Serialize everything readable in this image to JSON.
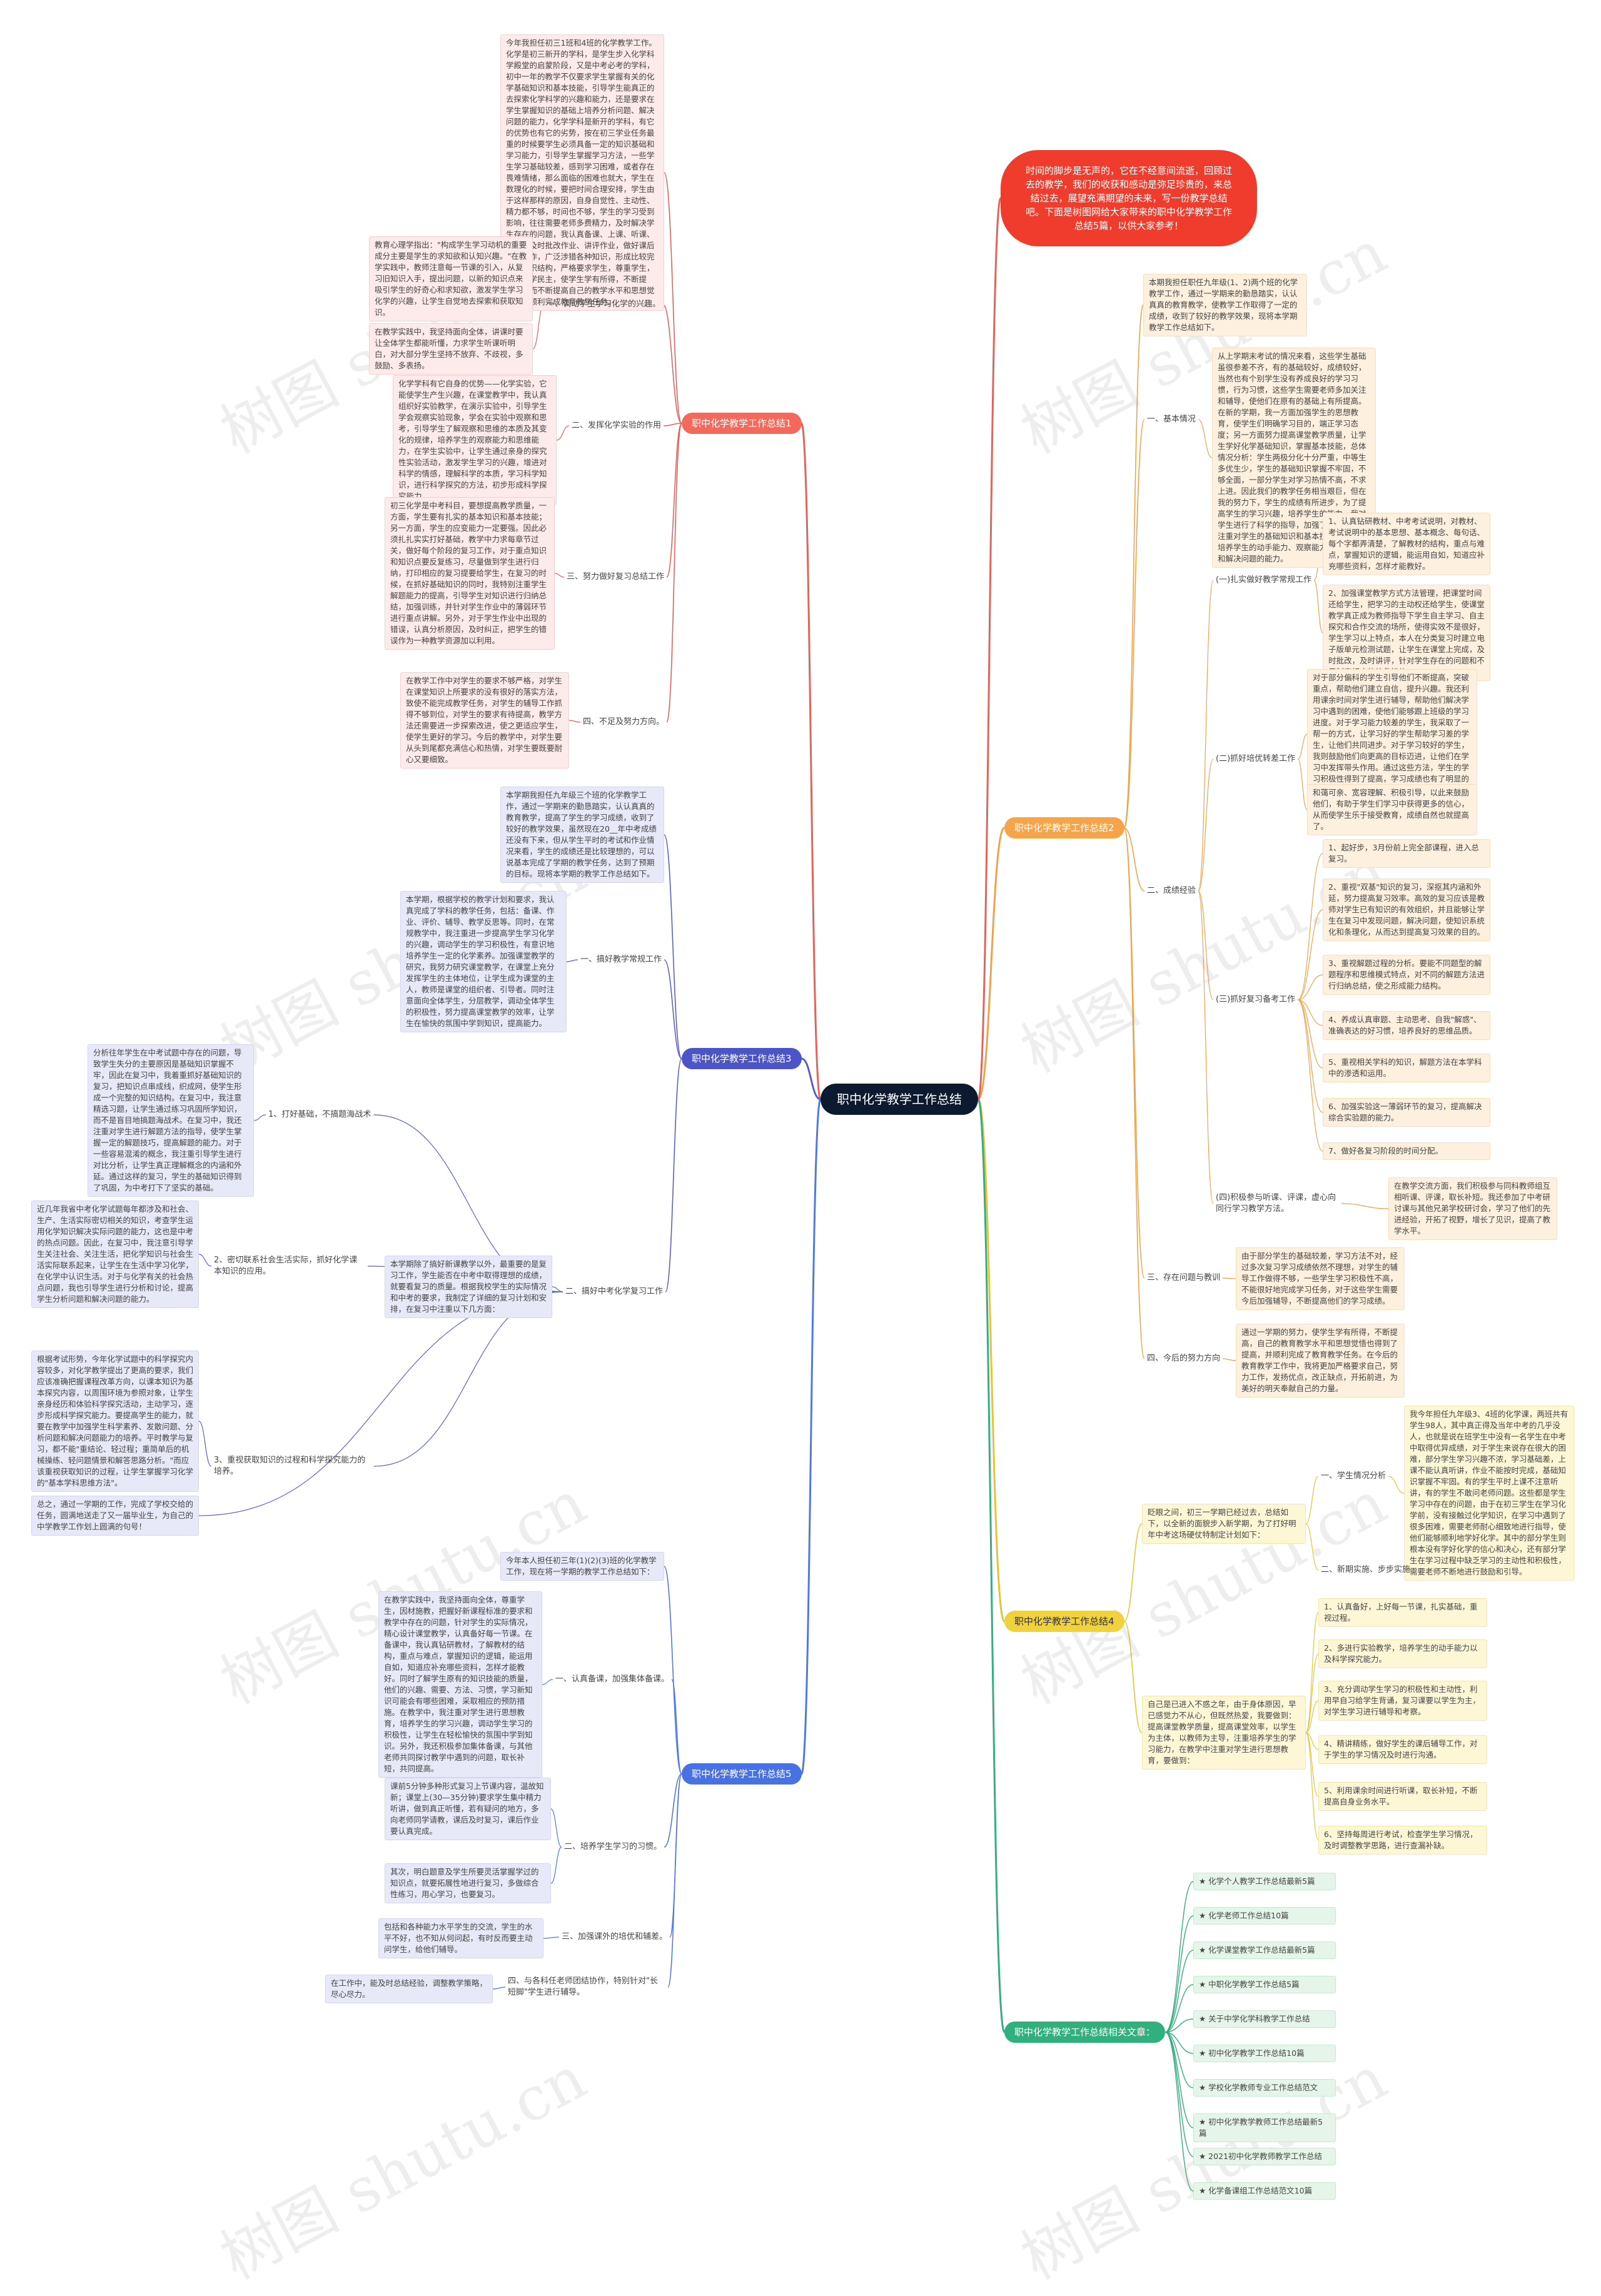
{
  "root": "职中化学教学工作总结",
  "intro": "时间的脚步是无声的，它在不经意间流逝，回顾过去的教学，我们的收获和感动是弥足珍贵的，来总结过去，展望充满期望的未来，写一份教学总结吧。下面是树图网给大家带来的职中化学教学工作总结5篇，以供大家参考！",
  "watermark": "树图 shutu.cn",
  "b1": {
    "title": "职中化学教学工作总结1",
    "intro": "今年我担任初三1班和4班的化学教学工作。化学是初三新开的学科，是学生步入化学科学殿堂的启蒙阶段，又是中考必考的学科，初中一年的教学不仅要求学生掌握有关的化学基础知识和基本技能，引导学生能真正的去探索化学科学的兴趣和能力，还是要求在学生掌握知识的基础上培养分析问题、解决问题的能力，化学学科是新开的学科，有它的优势也有它的劣势，按在初三学业任务最重的时候要学生必须具备一定的知识基础和学习能力，引导学生掌握学习方法，一些学生学习基础较差，感到学习困难，或者存在畏难情绪，那么面临的困难也就大，学生在数理化的时候，要把时间合理安排，学生由于这样那样的原因，自身自觉性、主动性、精力都不够，时间也不够，学生的学习受到影响，往往需要老师多费精力，及时解决学生存在的问题，我认真备课、上课、听课、评课，及时批改作业、讲评作业，做好课后辅导工作，广泛涉猎各种知识，形成比较完整的知识结构，严格要求学生，尊重学生，发扬教学民主，使学生学有所得，不断提高，从而不断提高自己的教学水平和思想觉悟，并顺利完成教育教学任务。",
    "s1": {
      "label": "一、调动学生学习化学的兴趣。",
      "t1": "教育心理学指出：\"构成学生学习动机的重要成分主要是学生的求知欲和认知兴趣。\"在教学实践中，教师注意每一节课的引入，从复习旧知识入手，提出问题，以新的知识点来吸引学生的好奇心和求知欲，激发学生学习化学的兴趣，让学生自觉地去探索和获取知识。",
      "t2": "在教学实践中，我坚持面向全体，讲课时要让全体学生都能听懂，力求学生听课听明白，对大部分学生坚持不放弃、不歧视，多鼓励、多表扬。"
    },
    "s2": {
      "label": "二、发挥化学实验的作用",
      "t1": "化学学科有它自身的优势——化学实验，它能使学生产生兴趣，在课堂教学中，我认真组织好实验教学，在演示实验中，引导学生学会观察实验现象，学会在实验中观察和思考，引导学生了解观察和思维的本质及其变化的规律，培养学生的观察能力和思维能力，在学生实验中，让学生通过亲身的探究性实验活动，激发学生学习的兴趣，增进对科学的情感，理解科学的本质，学习科学知识，进行科学探究的方法，初步形成科学探究能力。"
    },
    "s3": {
      "label": "三、努力做好复习总结工作",
      "t1": "初三化学是中考科目，要想提高教学质量，一方面，学生要有扎实的基本知识和基本技能；另一方面，学生的应变能力一定要强。因此必须扎扎实实打好基础，教学中力求每章节过关，做好每个阶段的复习工作，对于重点知识和知识点要反复练习，尽量做到学生进行归纳，打印相应的复习提要给学生，在复习的时候，在抓好基础知识的同时，我特别注重学生解题能力的提高，引导学生对知识进行归纳总结，加强训练，并针对学生作业中的薄弱环节进行重点讲解。另外，对于学生作业中出现的错误，认真分析原因，及时纠正，把学生的错误作为一种教学资源加以利用。"
    },
    "s4": {
      "label": "四、不足及努力方向。",
      "t1": "在教学工作中对学生的要求不够严格，对学生在课堂知识上所要求的没有很好的落实方法，致使不能完成教学任务，对学生的辅导工作抓得不够到位，对学生的要求有待提高，教学方法还需要进一步探索改进，使之更适应学生，使学生更好的学习。今后的教学中，对学生要从头到尾都充满信心和热情，对学生要既要耐心又要细致。"
    }
  },
  "b2": {
    "title": "职中化学教学工作总结2",
    "intro": "本期我担任职任九年级(1、2)两个班的化学教学工作，通过一学期来的勤恳踏实，认认真真的教育教学，使教学工作取得了一定的成绩，收到了较好的教学效果，现将本学期教学工作总结如下。",
    "s1": {
      "label": "一、基本情况",
      "t1": "从上学期末考试的情况来看，这些学生基础虽很参差不齐，有的基础较好，成绩较好，当然也有个别学生没有养成良好的学习习惯，行为习惯，这些学生需要老师多加关注和辅导，使他们在原有的基础上有所提高。在新的学期，我一方面加强学生的思想教育，使学生们明确学习目的，端正学习态度；另一方面努力提高课堂教学质量，让学生学好化学基础知识，掌握基本技能，总体情况分析：学生两极分化十分严重，中等生多优生少，学生的基础知识掌握不牢固，不够全面，一部分学生对学习热情不高，不求上进。因此我们的教学任务相当艰巨，但在我的努力下，学生的成绩有所进步，为了提高学生的学习兴趣，培养学生的能力，我对学生进行了科学的指导，加强了课堂教学，注重对学生的基础知识和基本技能的训练，培养学生的动手能力、观察能力、分析问题和解决问题的能力。"
    },
    "s2": {
      "label": "二、成绩经验",
      "sub1": {
        "label": "(一)扎实做好教学常规工作",
        "t1": "1、认真钻研教材、中考考试说明，对教材、考试说明中的基本思想、基本概念、每句话、每个字都弄清楚，了解教材的结构，重点与难点，掌握知识的逻辑，能运用自如，知道应补充哪些资料，怎样才能教好。",
        "t2": "2、加强课堂教学方式方法管理，把课堂时间还给学生，把学习的主动权还给学生，使课堂教学真正成为教师指导下学生自主学习、自主探究和合作交流的场所，使得实效不是很好，学生学习以上特点，本人在分类复习时建立电子版单元检测试题，让学生在课堂上完成，及时批改，及时讲评，针对学生存在的问题和不足制定相应的补救措施。"
      },
      "sub2": {
        "label": "(二)抓好培优转差工作",
        "t1": "对于部分偏科的学生引导他们不断提高，突破重点，帮助他们建立自信，提升兴趣。我还利用课余时间对学生进行辅导，帮助他们解决学习中遇到的困难，使他们能够跟上班级的学习进度。对于学习能力较差的学生，我采取了一帮一的方式，让学习好的学生帮助学习差的学生，让他们共同进步。对于学习较好的学生，我则鼓励他们向更高的目标迈进，让他们在学习中发挥带头作用。通过这些方法，学生的学习积极性得到了提高，学习成绩也有了明显的进步。",
        "t2": "和蔼可亲、宽容理解、积极引导，以此来鼓励他们，有助于学生们学习中获得更多的信心，从而使学生乐于接受教育，成绩自然也就提高了。"
      },
      "sub3": {
        "label": "(三)抓好复习备考工作",
        "t1": "1、起好步，3月份前上完全部课程，进入总复习。",
        "t2": "2、重视\"双基\"知识的复习，深抠其内涵和外延，努力提高复习效率。高效的复习应该是教师对学生已有知识的有效组织，并且能够让学生在复习中发现问题，解决问题，使知识系统化和条理化，从而达到提高复习效果的目的。",
        "t3": "3、重视解题过程的分析。要能不同题型的解题程序和思维模式特点，对不同的解题方法进行归纳总结，使之形成能力结构。",
        "t4": "4、养成认真审题、主动思考、自我\"解惑\"、准确表达的好习惯，培养良好的思维品质。",
        "t5": "5、重视相关学科的知识，解题方法在本学科中的渗透和运用。",
        "t6": "6、加强实验这一薄弱环节的复习，提高解决综合实验题的能力。",
        "t7": "7、做好各复习阶段的时间分配。"
      },
      "sub4": {
        "label": "(四)积极参与听课、评课，虚心向同行学习教学方法。",
        "t1": "在教学交流方面，我们积极参与同科教师组互相听课、评课，取长补短。我还参加了中考研讨课与其他兄弟学校研讨会，学习了他们的先进经验，开拓了视野，增长了见识，提高了教学水平。"
      }
    },
    "s3": {
      "label": "三、存在问题与教训",
      "t1": "由于部分学生的基础较差，学习方法不对，经过多次复习学习成绩依然不理想，对学生的辅导工作做得不够，一些学生学习积极性不高，不能很好地完成学习任务，对于这些学生需要今后加强辅导，不断提高他们的学习成绩。"
    },
    "s4": {
      "label": "四、今后的努力方向",
      "t1": "通过一学期的努力，使学生学有所得，不断提高，自己的教育教学水平和思想觉悟也得到了提高，并顺利完成了教育教学任务。在今后的教育教学工作中，我将更加严格要求自己，努力工作，发扬优点，改正缺点，开拓前进，为美好的明天奉献自己的力量。"
    }
  },
  "b3": {
    "title": "职中化学教学工作总结3",
    "intro": "本学期我担任九年级三个班的化学教学工作，通过一学期来的勤恳踏实，认认真真的教育教学，提高了学生的学习成绩，收到了较好的教学效果，虽然现在20__年中考成绩还没有下来，但从学生平时的考试和作业情况来看，学生的成绩还是比较理想的，可以说基本完成了学期的教学任务，达到了预期的目标。现将本学期的教学工作总结如下。",
    "s1": {
      "label": "一、搞好教学常规工作",
      "t1": "本学期，根据学校的教学计划和要求，我认真完成了学科的教学任务，包括：备课、作业、评价、辅导、教学反思等。同时，在常规教学中，我注重进一步提高学生学习化学的兴趣，调动学生的学习积极性，有意识地培养学生一定的化学素养。加强课堂教学的研究，我努力研究课堂教学，在课堂上充分发挥学生的主体地位，让学生成为课堂的主人，教师是课堂的组织者、引导者。同时注意面向全体学生，分层教学，调动全体学生的积极性，努力提高课堂教学的效率，让学生在愉快的氛围中学到知识，提高能力。"
    },
    "s2": {
      "label": "二、搞好中考化学复习工作",
      "t1": "本学期除了搞好新课教学以外，最重要的是复习工作，学生能否在中考中取得理想的成绩，就要看复习的质量。根据我校学生的实际情况和中考的要求，我制定了详细的复习计划和安排，在复习中注重以下几方面：",
      "sub1": {
        "label": "1、打好基础，不搞题海战术",
        "t1": "分析往年学生在中考试题中存在的问题，导致学生失分的主要原因是基础知识掌握不牢，因此在复习中，我着重抓好基础知识的复习，把知识点串成线，织成网，使学生形成一个完整的知识结构。在复习中，我注意精选习题，让学生通过练习巩固所学知识，而不是盲目地搞题海战术。在复习中，我还注重对学生进行解题方法的指导，使学生掌握一定的解题技巧，提高解题的能力。对于一些容易混淆的概念，我注重引导学生进行对比分析，让学生真正理解概念的内涵和外延。通过这样的复习，学生的基础知识得到了巩固，为中考打下了坚实的基础。"
      },
      "sub2": {
        "label": "2、密切联系社会生活实际，抓好化学课本知识的应用。",
        "t1": "近几年我省中考化学试题每年都涉及和社会、生产、生活实际密切相关的知识，考查学生运用化学知识解决实际问题的能力，这也是中考的热点问题。因此，在复习中，我注意引导学生关注社会、关注生活，把化学知识与社会生活实际联系起来，让学生在生活中学习化学，在化学中认识生活。对于与化学有关的社会热点问题，我也引导学生进行分析和讨论，提高学生分析问题和解决问题的能力。"
      },
      "sub3": {
        "label": "3、重视获取知识的过程和科学探究能力的培养。",
        "t1": "根据考试形势，今年化学试题中的科学探究内容较多，对化学教学提出了更高的要求，我们应该准确把握课程改革方向，以课本知识为基本探究内容，以周围环境为参照对象，让学生亲身经历和体验科学探究活动，主动学习，逐步形成科学探究能力。要提高学生的能力，就要在教学中加强学生科学素养、发散问题、分析问题和解决问题能力的培养。平时教学与复习，都不能\"重结论、轻过程；重简单后的机械操练、轻问题情景和解答思路分析。\"而应该重视获取知识的过程，让学生掌握学习化学的\"基本学科思维方法\"。"
      },
      "t2": "总之，通过一学期的工作，完成了学校交给的任务，圆满地送走了又一届毕业生，为自己的中学教学工作划上圆满的句号！"
    }
  },
  "b4": {
    "title": "职中化学教学工作总结4",
    "s1": {
      "label": "",
      "t1": "眨眼之间，初三一学期已经过去，总结如下，以全新的面貌步入新学期，为了打好明年中考这场硬仗特制定计划如下：",
      "sub1": {
        "label": "一、学生情况分析",
        "t1": "我今年担任九年级3、4班的化学课，两班共有学生98人，其中真正得及当年中考的几乎没人，也就是说在班学生中没有一名学生在中考中取得优异成绩，对于学生来说存在很大的困难，部分学生学习兴趣不浓，学习基础差，上课不能认真听讲，作业不能按时完成，基础知识掌握不牢固。有的学生平时上课不注意听讲，有的学生不敢问老师问题。这些都是学生学习中存在的问题，由于在初三学生在学习化学前，没有接触过化学知识，在学习中遇到了很多困难，需要老师耐心细致地进行指导，使他们能够顺利地学好化学。其中的部分学生则根本没有学好化学的信心和决心，还有部分学生在学习过程中缺乏学习的主动性和积极性，需要老师不断地进行鼓励和引导。"
      },
      "sub2": {
        "label": "二、新期实施、步步实施"
      }
    },
    "s2": {
      "label": "",
      "t1": "自己是已进入不惑之年，由于身体原因，早已感觉力不从心，但既然热爱，我要做到：提高课堂教学质量，提高课堂效率，以学生为主体，以教师为主导，注重培养学生的学习能力，在教学中注重对学生进行思想教育，要做到：",
      "items": [
        "1、认真备好，上好每一节课，扎实基础，重视过程。",
        "2、多进行实验教学，培养学生的动手能力以及科学探究能力。",
        "3、充分调动学生学习的积极性和主动性，利用早自习给学生背诵，复习课要以学生为主，对学生学习进行辅导和考察。",
        "4、精讲精练，做好学生的课后辅导工作，对于学生的学习情况及时进行沟通。",
        "5、利用课余时间进行听课，取长补短，不断提高自身业务水平。",
        "6、坚持每周进行考试，检查学生学习情况，及时调整教学思路，进行查漏补缺。"
      ]
    }
  },
  "b5": {
    "title": "职中化学教学工作总结5",
    "intro": "今年本人担任初三年(1)(2)(3)班的化学教学工作，现在将一学期的教学工作总结如下：",
    "s1": {
      "label": "一、认真备课，加强集体备课。",
      "t1": "在教学实践中，我坚持面向全体，尊重学生，因材施教，把握好新课程标准的要求和教学中存在的问题，针对学生的实际情况，精心设计课堂教学，认真备好每一节课。在备课中，我认真钻研教材，了解教材的结构，重点与难点，掌握知识的逻辑，能运用自如，知道应补充哪些资料，怎样才能教好。同时了解学生原有的知识技能的质量，他们的兴趣、需要、方法、习惯，学习新知识可能会有哪些困难，采取相应的预防措施。在教学中，我注重对学生进行思想教育，培养学生的学习兴趣，调动学生学习的积极性，让学生在轻松愉快的氛围中学到知识。另外，我还积极参加集体备课，与其他老师共同探讨教学中遇到的问题，取长补短，共同提高。"
    },
    "s2": {
      "label": "二、培养学生学习的习惯。",
      "t1": "课前5分钟多种形式复习上节课内容，温故知新；课堂上(30—35分钟)要求学生集中精力听讲，做到真正听懂，若有疑问的地方，多向老师同学请教，课后及时复习，课后作业要认真完成。",
      "t2": "其次，明白题意及学生所要灵活掌握学过的知识点，就要拓展性地进行复习，多做综合性练习，用心学习，也要复习。"
    },
    "s3": {
      "label": "三、加强课外的培优和辅差。",
      "t1": "包括和各种能力水平学生的交流，学生的水平不好，也不知从何问起，有时反而要主动问学生，给他们辅导。"
    },
    "s4": {
      "label": "四、与各科任老师团结协作，特别针对\"长短脚\"学生进行辅导。",
      "t1": "在工作中，能及时总结经验，调整教学策略，尽心尽力。"
    }
  },
  "b6": {
    "title": "职中化学教学工作总结相关文章：",
    "items": [
      "★ 化学个人教学工作总结最新5篇",
      "★ 化学老师工作总结10篇",
      "★ 化学课堂教学工作总结最新5篇",
      "★ 中职化学教学工作总结5篇",
      "★ 关于中学化学科教学工作总结",
      "★ 初中化学教学工作总结10篇",
      "★ 学校化学教师专业工作总结范文",
      "★ 初中化学教学教师工作总结最新5篇",
      "★ 2021初中化学教师教学工作总结",
      "★ 化学备课组工作总结范文10篇"
    ]
  }
}
